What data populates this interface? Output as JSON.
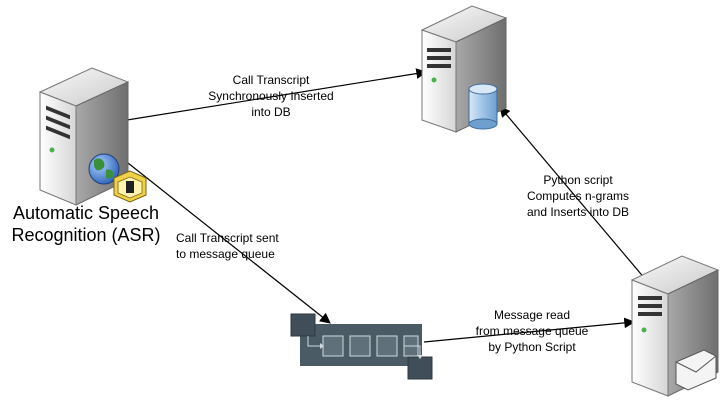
{
  "nodes": {
    "asr": {
      "label_lines": [
        "Automatic Speech",
        "Recognition (ASR)"
      ]
    }
  },
  "edges": {
    "asr_to_db": {
      "label_lines": [
        "Call Transcript",
        "Synchronously Inserted",
        "into DB"
      ]
    },
    "asr_to_queue": {
      "label_lines": [
        "Call Transcript sent",
        "to message queue"
      ]
    },
    "queue_to_python": {
      "label_lines": [
        "Message read",
        "from message queue",
        "by Python Script"
      ]
    },
    "python_to_db": {
      "label_lines": [
        "Python script",
        "Computes n-grams",
        "and Inserts into DB"
      ]
    }
  },
  "colors": {
    "server_light": "#f2f2f2",
    "server_dark": "#8a8a8a",
    "queue_fill": "#4a5b66",
    "queue_cell": "#5f707b",
    "db_blue": "#9ec3e6",
    "globe_green": "#3b8f3b",
    "globe_blue": "#4b7fc9",
    "folder_yellow": "#f0d24a"
  }
}
